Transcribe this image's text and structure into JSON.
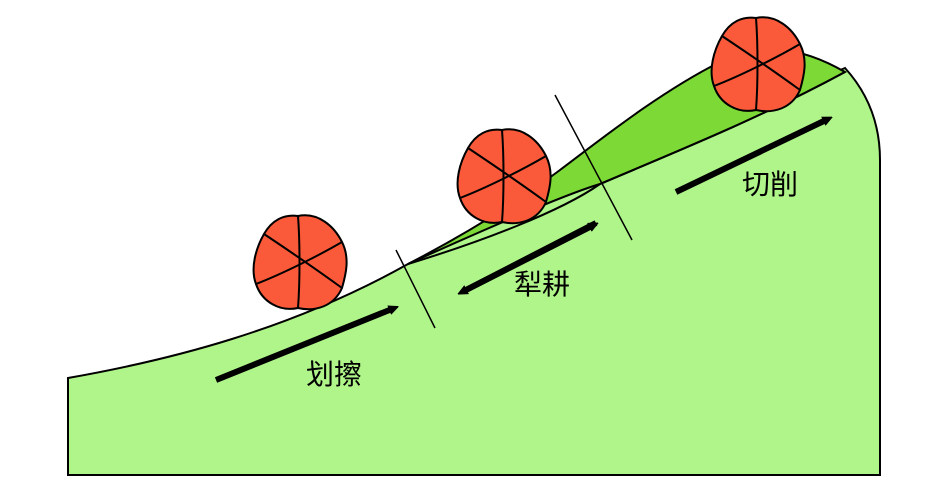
{
  "labels": {
    "scratch": "划擦",
    "plough": "犁耕",
    "cut": "切削"
  },
  "colors": {
    "workpiece": "#b0f58a",
    "chip": "#7cd936",
    "outline": "#000000",
    "grain": "#fa5a3a",
    "arrow": "#000000"
  },
  "icons": {
    "grain": "abrasive-grain-icon",
    "arrow": "direction-arrow"
  }
}
